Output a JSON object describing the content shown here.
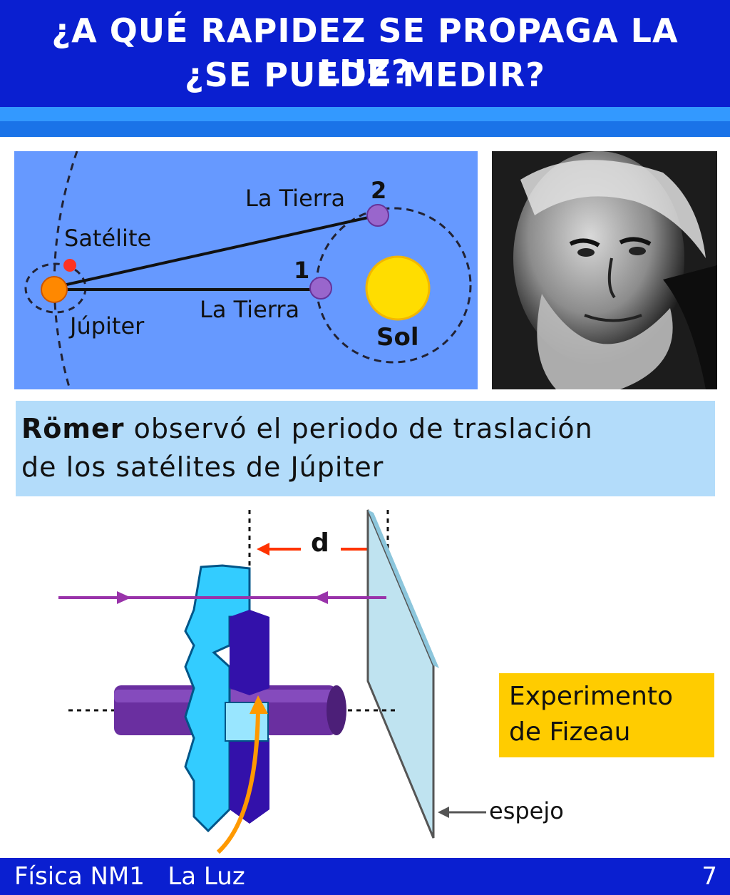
{
  "header": {
    "title_line1": "¿A QUÉ RAPIDEZ SE PROPAGA LA LUZ?",
    "title_line2": "¿SE PUEDE MEDIR?"
  },
  "orbit_diagram": {
    "earth2_label": "La Tierra",
    "earth2_number": "2",
    "satellite_label": "Satélite",
    "earth1_number": "1",
    "earth1_label": "La Tierra",
    "jupiter_label": "Júpiter",
    "sun_label": "Sol"
  },
  "caption": {
    "name": "Römer",
    "text_line1": " observó el periodo de traslación",
    "text_line2": "de los satélites de Júpiter"
  },
  "fizeau": {
    "distance_label": "d",
    "experiment_line1": "Experimento",
    "experiment_line2": "de Fizeau",
    "mirror_label": "espejo"
  },
  "footer": {
    "subject": "Física NM1",
    "topic": "La Luz",
    "page": "7"
  },
  "colors": {
    "header_bg": "#0a1fd0",
    "orbit_panel_bg": "#6699ff",
    "caption_bg": "#b3dcfa",
    "experiment_box_bg": "#ffcc00",
    "sun": "#ffdd00",
    "earth": "#9966cc",
    "jupiter": "#ff8800"
  }
}
